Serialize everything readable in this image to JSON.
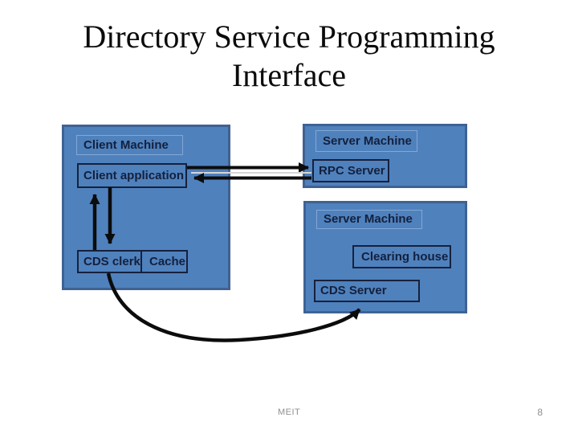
{
  "slide": {
    "title": {
      "line1": "Directory Service Programming",
      "line2": "Interface"
    },
    "footer_text": "MEIT",
    "slide_number": "8"
  },
  "diagram": {
    "client_group": {
      "machine_label": "Client Machine",
      "client_application": "Client application",
      "cds_clerk": "CDS clerk",
      "cache": "Cache"
    },
    "rpc_group": {
      "machine_label": "Server Machine",
      "rpc_server": "RPC Server"
    },
    "cds_group": {
      "machine_label": "Server Machine",
      "clearing_house": "Clearing house",
      "cds_server": "CDS Server"
    },
    "connectors": [
      "client-application-to-rpc-server",
      "rpc-server-to-client-application",
      "cds-clerk-to-client-application",
      "client-application-to-cds-clerk",
      "cds-clerk-to-cds-server"
    ],
    "colors": {
      "box_fill": "#4f81bd",
      "box_border": "#3f6293",
      "label_border": "#84a7d4",
      "inner_border": "#16213c",
      "text": "#14203c",
      "arrow": "#0c0c0c",
      "divider_line": "#d6d6d6",
      "footer_text_color": "#8f8f8f",
      "title_color": "#0b0b0b"
    }
  }
}
